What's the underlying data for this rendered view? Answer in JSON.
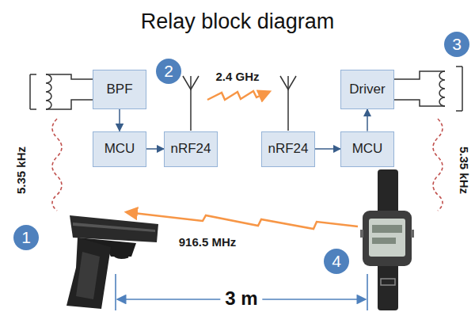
{
  "diagram": {
    "title": "Relay block diagram",
    "nodes": [
      {
        "text": [
          "BPF"
        ]
      },
      {
        "text": [
          "Driver"
        ]
      },
      {
        "text": [
          "MCU"
        ]
      },
      {
        "text": [
          "nRF24"
        ]
      },
      {
        "text": [
          "nRF24"
        ]
      },
      {
        "text": [
          "MCU"
        ]
      }
    ],
    "edges": [
      {
        "from": 0,
        "to": 2,
        "arrow": "to"
      },
      {
        "from": 2,
        "to": 3,
        "arrow": "to"
      },
      {
        "from": 4,
        "to": 5,
        "arrow": "to"
      },
      {
        "from": 5,
        "to": 1,
        "arrow": "to"
      }
    ],
    "labels": [
      "2",
      "2.4 GHz",
      "3",
      "5.35 kHz",
      "5.35 kHz",
      "1",
      "916.5 MHz",
      "4",
      "3 m"
    ]
  }
}
